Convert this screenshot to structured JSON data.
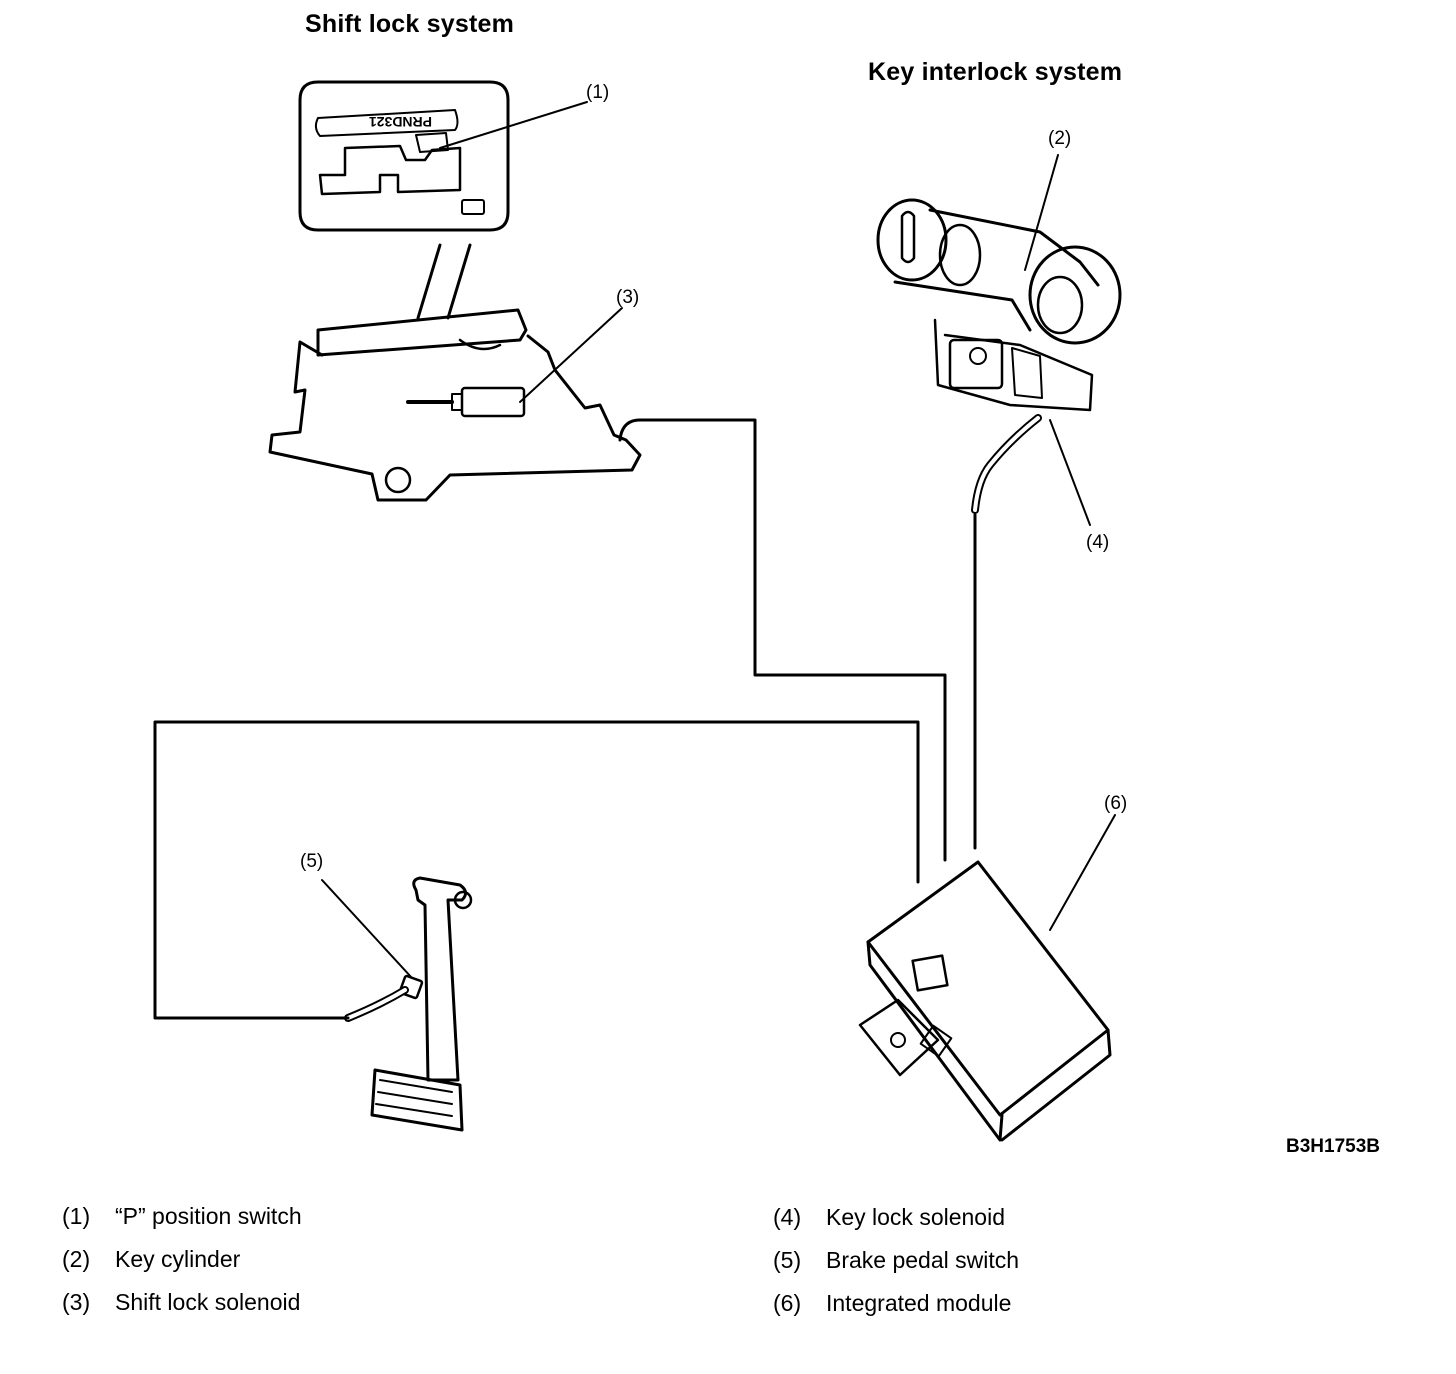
{
  "titles": {
    "shift_lock": "Shift lock system",
    "key_interlock": "Key interlock system"
  },
  "callouts": [
    "(1)",
    "(2)",
    "(3)",
    "(4)",
    "(5)",
    "(6)"
  ],
  "figure_code": "B3H1753B",
  "gate_letters": "PRND321",
  "legend": [
    {
      "num": "(1)",
      "label": "“P” position switch"
    },
    {
      "num": "(2)",
      "label": "Key cylinder"
    },
    {
      "num": "(3)",
      "label": "Shift lock solenoid"
    },
    {
      "num": "(4)",
      "label": "Key lock solenoid"
    },
    {
      "num": "(5)",
      "label": "Brake pedal switch"
    },
    {
      "num": "(6)",
      "label": "Integrated module"
    }
  ]
}
